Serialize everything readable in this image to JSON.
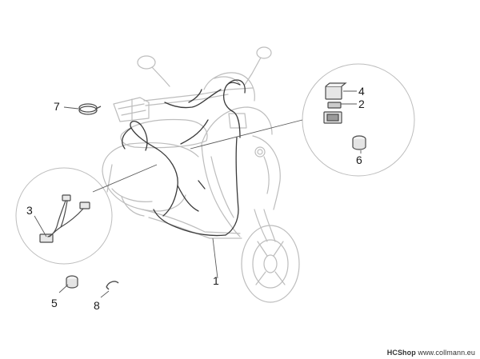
{
  "diagram": {
    "callouts": [
      "1",
      "2",
      "3",
      "4",
      "5",
      "6",
      "7",
      "8"
    ]
  },
  "watermark": {
    "brand": "HCShop",
    "site": "www.collmann.eu"
  },
  "colors": {
    "outline": "#bdbdbd",
    "wire": "#3a3a3a",
    "part": "#4a4a4a",
    "leader": "#5a5a5a",
    "label": "#1a1a1a"
  }
}
